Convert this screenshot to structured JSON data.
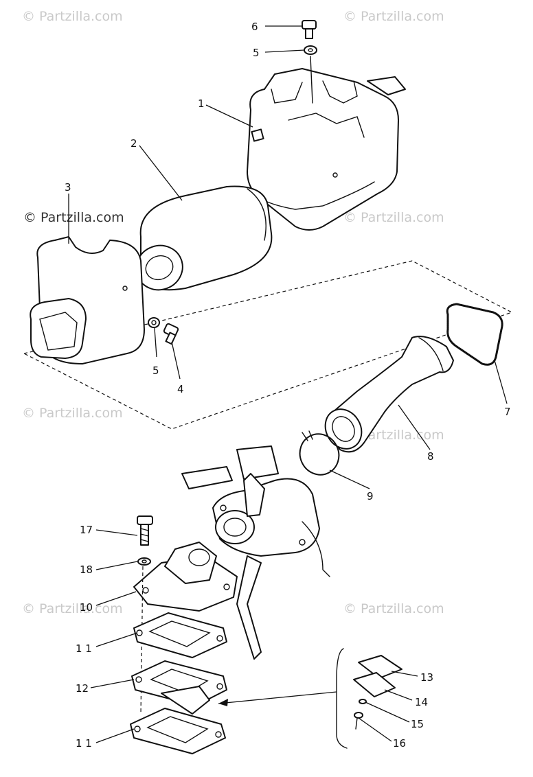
{
  "watermark": {
    "text": "© Partzilla.com",
    "color": "#c9c9c9"
  },
  "callouts": [
    {
      "id": "c6a",
      "label": "6"
    },
    {
      "id": "c5a",
      "label": "5"
    },
    {
      "id": "c1",
      "label": "1"
    },
    {
      "id": "c2",
      "label": "2"
    },
    {
      "id": "c3",
      "label": "3"
    },
    {
      "id": "c5b",
      "label": "5"
    },
    {
      "id": "c4",
      "label": "4"
    },
    {
      "id": "c7",
      "label": "7"
    },
    {
      "id": "c8",
      "label": "8"
    },
    {
      "id": "c9",
      "label": "9"
    },
    {
      "id": "c17",
      "label": "17"
    },
    {
      "id": "c18",
      "label": "18"
    },
    {
      "id": "c10",
      "label": "10"
    },
    {
      "id": "c11a",
      "label": "1 1"
    },
    {
      "id": "c12",
      "label": "12"
    },
    {
      "id": "c11b",
      "label": "1 1"
    },
    {
      "id": "c13",
      "label": "13"
    },
    {
      "id": "c14",
      "label": "14"
    },
    {
      "id": "c15",
      "label": "15"
    },
    {
      "id": "c16",
      "label": "16"
    }
  ]
}
